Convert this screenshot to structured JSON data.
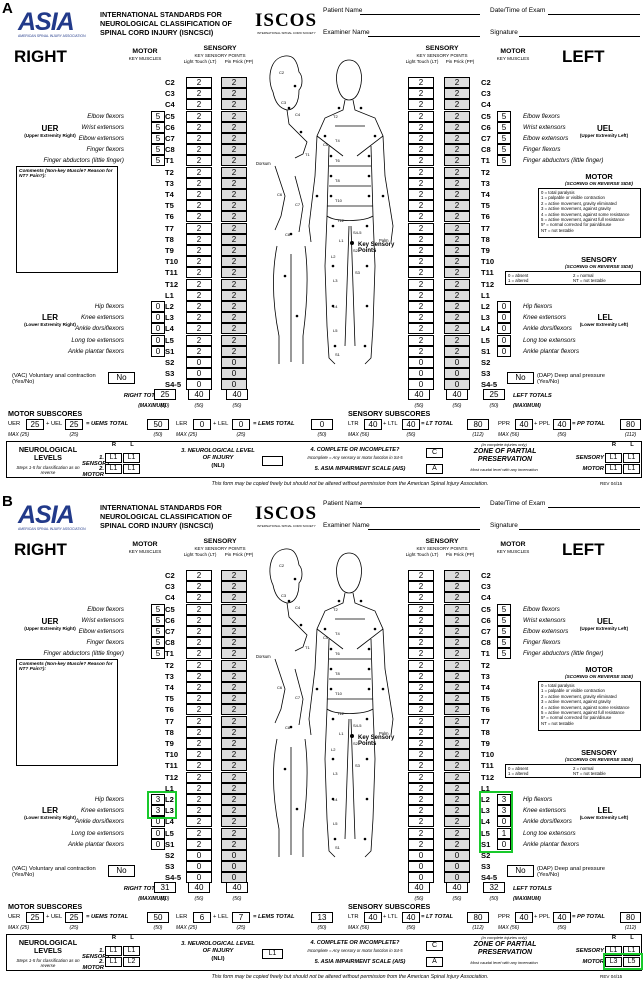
{
  "panels": [
    {
      "label": "A",
      "motor": {
        "right": [
          "5",
          "5",
          "5",
          "5",
          "5",
          "0",
          "0",
          "0",
          "0",
          "0"
        ],
        "left": [
          "5",
          "5",
          "5",
          "5",
          "5",
          "0",
          "0",
          "0",
          "0",
          "0"
        ]
      },
      "outline": "abs",
      "totals": {
        "right": [
          "25",
          "40",
          "40"
        ],
        "left": [
          "40",
          "40",
          "25"
        ]
      },
      "vac": "No",
      "dap": "No",
      "sub": {
        "uer": "25",
        "uel": "25",
        "uems": "50",
        "ler": "0",
        "lel": "0",
        "lems": "0",
        "ltr": "40",
        "ltl": "40",
        "lt": "80",
        "ppr": "40",
        "ppl": "40",
        "pp": "80"
      },
      "sensory": {
        "r": "L1",
        "l": "L1"
      },
      "motor_level": {
        "r": "L1",
        "l": "L1"
      },
      "nli": "",
      "complete": "C",
      "ais": "A",
      "zpp_sensory": {
        "r": "L1",
        "l": "L1"
      },
      "zpp_motor": {
        "r": "L1",
        "l": "L1"
      }
    },
    {
      "label": "B",
      "motor": {
        "right": [
          "5",
          "5",
          "5",
          "5",
          "5",
          "3",
          "3",
          "0",
          "0",
          "0"
        ],
        "left": [
          "5",
          "5",
          "5",
          "5",
          "5",
          "3",
          "3",
          "0",
          "1",
          "0"
        ]
      },
      "totals": {
        "right": [
          "31",
          "40",
          "40"
        ],
        "left": [
          "40",
          "40",
          "32"
        ]
      },
      "vac": "No",
      "dap": "No",
      "sub": {
        "uer": "25",
        "uel": "25",
        "uems": "50",
        "ler": "6",
        "lel": "7",
        "lems": "13",
        "ltr": "40",
        "ltl": "40",
        "lt": "80",
        "ppr": "40",
        "ppl": "40",
        "pp": "80"
      },
      "sensory": {
        "r": "L1",
        "l": "L1"
      },
      "motor_level": {
        "r": "L1",
        "l": "L2"
      },
      "nli": "L1",
      "complete": "C",
      "ais": "A",
      "zpp_sensory": {
        "r": "L1",
        "l": "L1"
      },
      "zpp_motor": {
        "r": "L3",
        "l": "L5"
      }
    }
  ],
  "form": {
    "logo": "ASIA",
    "logo_sub": "AMERICAN SPINAL INJURY ASSOCIATION",
    "title": "INTERNATIONAL STANDARDS FOR NEUROLOGICAL CLASSIFICATION OF SPINAL CORD INJURY (ISNCSCI)",
    "iscos": "ISCOS",
    "iscos_sub": "INTERNATIONAL SPINAL CORD SOCIETY",
    "patient_name": "Patient Name",
    "examiner_name": "Examiner Name",
    "date_time": "Date/Time of Exam",
    "signature": "Signature",
    "right": "RIGHT",
    "left": "LEFT",
    "motor": "MOTOR",
    "key_muscles": "KEY MUSCLES",
    "sensory": "SENSORY",
    "key_sensory_points": "KEY SENSORY POINTS",
    "lt": "Light Touch (LT)",
    "pp": "Pin Prick (PP)",
    "levels": [
      "C2",
      "C3",
      "C4",
      "C5",
      "C6",
      "C7",
      "C8",
      "T1",
      "T2",
      "T3",
      "T4",
      "T5",
      "T6",
      "T7",
      "T8",
      "T9",
      "T10",
      "T11",
      "T12",
      "L1",
      "L2",
      "L3",
      "L4",
      "L5",
      "S1",
      "S2",
      "S3",
      "S4-5"
    ],
    "right_muscles": [
      "Elbow flexors",
      "Wrist extensors",
      "Elbow extensors",
      "Finger flexors",
      "Finger abductors (little finger)",
      "Hip flexors",
      "Knee extensors",
      "Ankle dorsiflexors",
      "Long toe extensors",
      "Ankle plantar flexors"
    ],
    "left_muscles": [
      "Elbow flexors",
      "Wrist extensors",
      "Elbow extensors",
      "Finger flexors",
      "Finger abductors (little finger)",
      "Hip flexors",
      "Knee extensors",
      "Ankle dorsiflexors",
      "Long toe extensors",
      "Ankle plantar flexors"
    ],
    "uer": "UER",
    "uer_sub": "(Upper Extremity Right)",
    "uel": "UEL",
    "uel_sub": "(Upper Extremity Left)",
    "ler": "LER",
    "ler_sub": "(Lower Extremity Right)",
    "lel": "LEL",
    "lel_sub": "(Lower Extremity Left)",
    "comments": "Comments (Non-key Muscle? Reason for NT? Pain?):",
    "motor_scoring": "MOTOR",
    "motor_scoring_sub": "(SCORING ON REVERSE SIDE)",
    "motor_legend": [
      "0 = total paralysis",
      "1 = palpable or visible contraction",
      "2 = active movement, gravity eliminated",
      "3 = active movement, against gravity",
      "4 = active movement, against some resistance",
      "5 = active movement, against full resistance",
      "5* = normal corrected for pain/disuse",
      "NT = not testable"
    ],
    "sensory_scoring": "SENSORY",
    "sensory_scoring_sub": "(SCORING ON REVERSE SIDE)",
    "sensory_legend": [
      "0 = absent",
      "2 = normal",
      "1 = altered",
      "NT = not testable"
    ],
    "key_points": "Key Sensory Points",
    "dorsum": "Dorsum",
    "palm": "Palm",
    "vac": "(VAC) Voluntary anal contraction (Yes/No)",
    "dap": "(DAP) Deep anal pressure (Yes/No)",
    "right_totals": "RIGHT TOTALS",
    "left_totals": "LEFT TOTALS",
    "maximum": "(MAXIMUM)",
    "max_50": "(50)",
    "max_56": "(56)",
    "motor_subscores": "MOTOR SUBSCORES",
    "sensory_subscores": "SENSORY SUBSCORES",
    "t_uer": "UER",
    "t_uel": "+ UEL",
    "t_uems": "= UEMS TOTAL",
    "t_ler": "LER",
    "t_lel": "+ LEL",
    "t_lems": "= LEMS TOTAL",
    "t_ltr": "LTR",
    "t_ltl": "+ LTL",
    "t_lt": "= LT TOTAL",
    "t_ppr": "PPR",
    "t_ppl": "+ PPL",
    "t_pp": "= PP TOTAL",
    "max25": "MAX (25)",
    "m25": "(25)",
    "m50": "(50)",
    "m56": "(56)",
    "m112": "(112)",
    "max56": "MAX (56)",
    "nl_title": "NEUROLOGICAL LEVELS",
    "nl_sub": "Steps 1-5 for classification as on reverse",
    "r": "R",
    "l": "L",
    "n_sensory": "1. SENSORY",
    "n_motor": "2. MOTOR",
    "nli_title": "3. NEUROLOGICAL LEVEL OF INJURY",
    "nli_sub": "(NLI)",
    "comp_title": "4. COMPLETE OR INCOMPLETE?",
    "comp_sub": "Incomplete = Any sensory or motor function in S4-5",
    "ais_title": "5. ASIA IMPAIRMENT SCALE (AIS)",
    "zpp_note": "(In complete injuries only)",
    "zpp_title": "ZONE OF PARTIAL PRESERVATION",
    "zpp_sub": "Most caudal level with any innervation",
    "z_sensory": "SENSORY",
    "z_motor": "MOTOR",
    "footer": "This form may be copied freely but should not be altered without permission from the American Spinal Injury Association.",
    "rev": "REV 04/15",
    "sensory_value": "2",
    "sacral_value": "0",
    "derm": [
      "C2",
      "C3",
      "C4",
      "T2",
      "T4",
      "T6",
      "T8",
      "T10",
      "T12",
      "L1",
      "L2",
      "L3",
      "L4",
      "L5",
      "S1",
      "S2",
      "S3",
      "S4-5",
      "C5",
      "C6",
      "C7",
      "C8",
      "T1"
    ]
  }
}
